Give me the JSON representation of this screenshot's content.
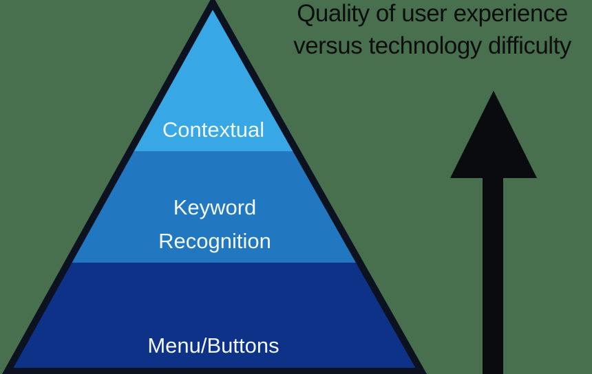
{
  "background_color": "#48704e",
  "title": {
    "line1": "Quality of user experience",
    "line2": "versus technology difficulty",
    "color": "#0e0e0e"
  },
  "pyramid": {
    "outline_color": "#0c1220",
    "label_color": "#f2f7fd",
    "tiers": [
      {
        "label": "Contextual",
        "color": "#37a7e6"
      },
      {
        "label": "Keyword Recognition",
        "color": "#2278c0"
      },
      {
        "label": "Menu/Buttons",
        "color": "#0e3288"
      }
    ]
  },
  "arrow": {
    "color": "#0a0b0e"
  }
}
